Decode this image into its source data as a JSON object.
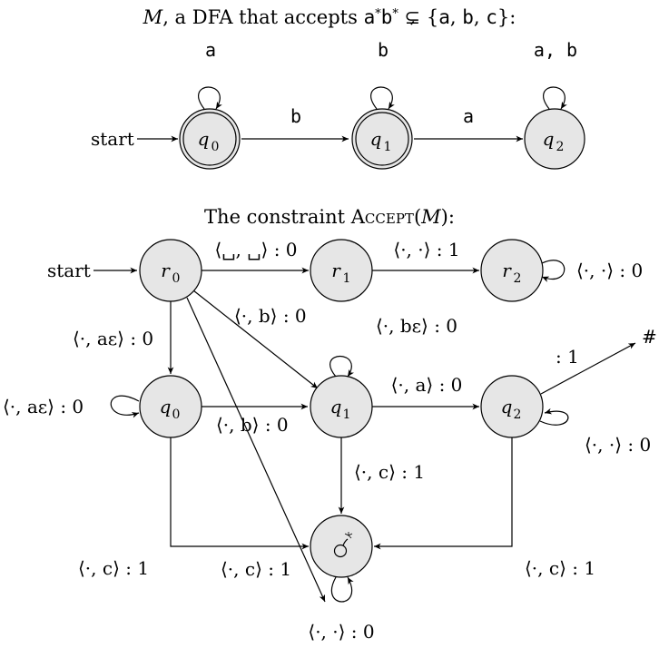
{
  "dfa": {
    "title_parts": [
      {
        "t": "M",
        "style": "italic"
      },
      {
        "t": ", a DFA that accepts "
      },
      {
        "t": "a",
        "style": "mono"
      },
      {
        "t": "*",
        "style": "sup"
      },
      {
        "t": "b",
        "style": "mono"
      },
      {
        "t": "*",
        "style": "sup"
      },
      {
        "t": " ⊊ {"
      },
      {
        "t": "a",
        "style": "mono"
      },
      {
        "t": ", "
      },
      {
        "t": "b",
        "style": "mono"
      },
      {
        "t": ", "
      },
      {
        "t": "c",
        "style": "mono"
      },
      {
        "t": "}:"
      }
    ],
    "start_label": "start",
    "states": [
      {
        "id": "q0",
        "label": "q",
        "sub": "0",
        "accepting": true
      },
      {
        "id": "q1",
        "label": "q",
        "sub": "1",
        "accepting": true
      },
      {
        "id": "q2",
        "label": "q",
        "sub": "2",
        "accepting": false
      }
    ],
    "edges": [
      {
        "from": "q0",
        "to": "q0",
        "label": "a"
      },
      {
        "from": "q0",
        "to": "q1",
        "label": "b"
      },
      {
        "from": "q1",
        "to": "q1",
        "label": "b"
      },
      {
        "from": "q1",
        "to": "q2",
        "label": "a"
      },
      {
        "from": "q2",
        "to": "q2",
        "label": "a, b"
      }
    ]
  },
  "constraint": {
    "title_parts": [
      {
        "t": "The constraint "
      },
      {
        "t": "A",
        "style": "plain"
      },
      {
        "t": "CCEPT",
        "style": "smallcaps"
      },
      {
        "t": "("
      },
      {
        "t": "M",
        "style": "italic"
      },
      {
        "t": "):"
      }
    ],
    "start_label": "start",
    "states": [
      {
        "id": "r0",
        "label": "r",
        "sub": "0"
      },
      {
        "id": "r1",
        "label": "r",
        "sub": "1"
      },
      {
        "id": "r2",
        "label": "r",
        "sub": "2"
      },
      {
        "id": "q0",
        "label": "q",
        "sub": "0"
      },
      {
        "id": "q1",
        "label": "q",
        "sub": "1"
      },
      {
        "id": "q2",
        "label": "q",
        "sub": "2"
      },
      {
        "id": "bomb",
        "label": "",
        "sub": "",
        "icon": "bomb-icon"
      }
    ],
    "final_marker": "#",
    "edges": [
      {
        "from": "r0",
        "to": "r1",
        "label": "⟨␣, ␣⟩ : 0"
      },
      {
        "from": "r1",
        "to": "r2",
        "label": "⟨·, ·⟩ : 1"
      },
      {
        "from": "r2",
        "to": "r2",
        "label": "⟨·, ·⟩ : 0"
      },
      {
        "from": "r0",
        "to": "q0",
        "label": "⟨·, aε⟩ : 0"
      },
      {
        "from": "r0",
        "to": "q1",
        "label": "⟨·, b⟩ : 0"
      },
      {
        "from": "r0",
        "to": "bomb",
        "label": "⟨·, c⟩ : 1"
      },
      {
        "from": "q0",
        "to": "q0",
        "label": "⟨·, aε⟩ : 0"
      },
      {
        "from": "q0",
        "to": "q1",
        "label": "⟨·, b⟩ : 0"
      },
      {
        "from": "q0",
        "to": "bomb",
        "label": "⟨·, c⟩ : 1"
      },
      {
        "from": "q1",
        "to": "q1",
        "label": "⟨·, bε⟩ : 0"
      },
      {
        "from": "q1",
        "to": "q2",
        "label": "⟨·, a⟩ : 0"
      },
      {
        "from": "q1",
        "to": "bomb",
        "label": "⟨·, c⟩ : 1"
      },
      {
        "from": "q2",
        "to": "#",
        "label": ": 1"
      },
      {
        "from": "q2",
        "to": "q2",
        "label": "⟨·, ·⟩ : 0"
      },
      {
        "from": "q2",
        "to": "bomb",
        "label": "⟨·, c⟩ : 1"
      },
      {
        "from": "bomb",
        "to": "bomb",
        "label": "⟨·, ·⟩ : 0"
      }
    ]
  }
}
